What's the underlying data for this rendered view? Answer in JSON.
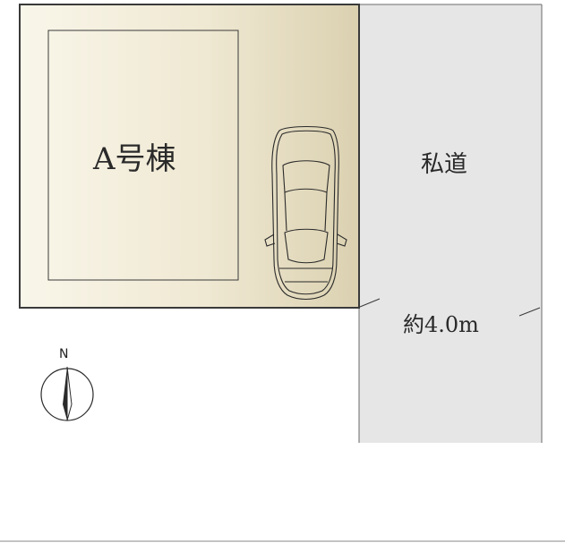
{
  "plot": {
    "building_label": "A号棟"
  },
  "road": {
    "label": "私道",
    "width_label": "約4.0m"
  },
  "compass": {
    "north_label": "N"
  },
  "colors": {
    "plot_fill_light": "#f8f5e8",
    "plot_fill_dark": "#ddd3b4",
    "road_fill": "#e6e6e6",
    "outline": "#3a3a3a"
  },
  "icons": [
    "compass-icon",
    "car-icon"
  ]
}
